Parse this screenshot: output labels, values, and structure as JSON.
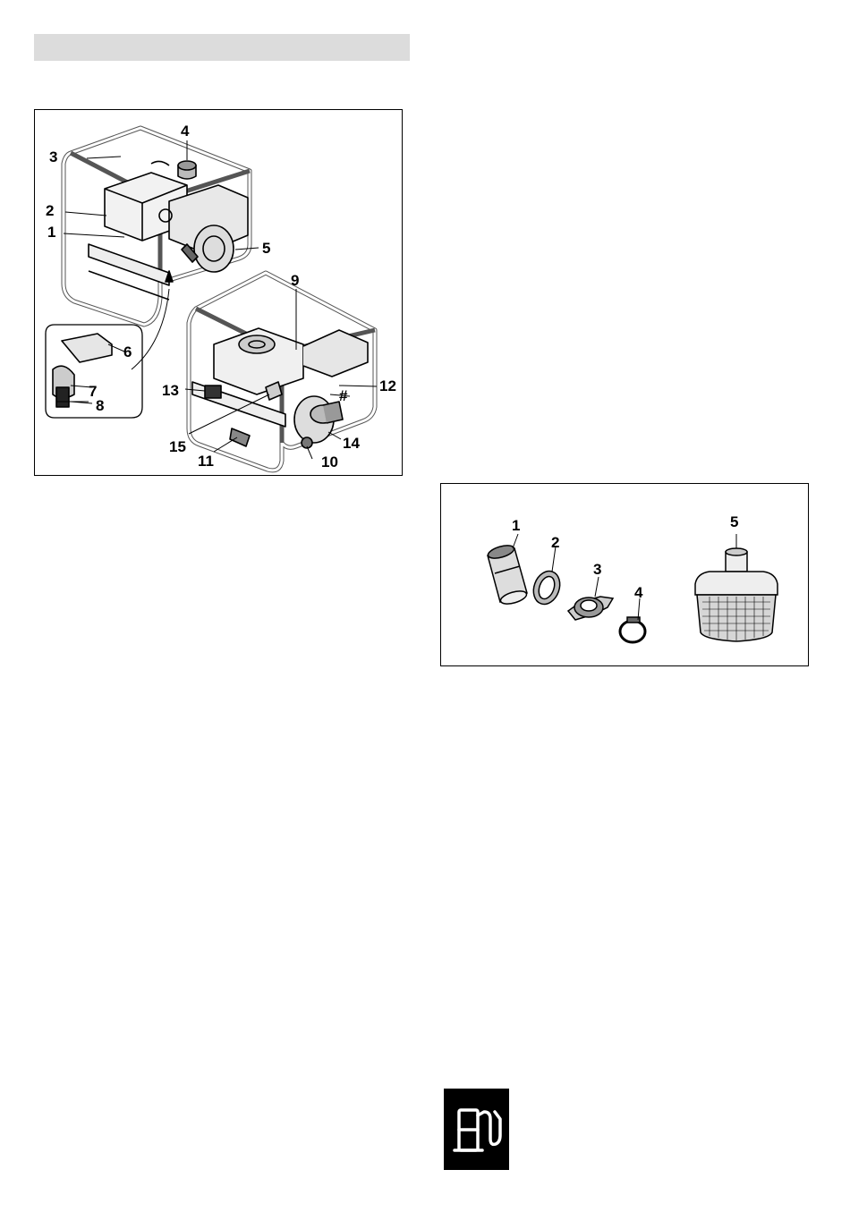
{
  "figure_1": {
    "callouts": {
      "c1": "1",
      "c2": "2",
      "c3": "3",
      "c4": "4",
      "c5": "5",
      "c6": "6",
      "c7": "7",
      "c8": "8",
      "c9": "9",
      "c10": "10",
      "c11": "11",
      "c12": "12",
      "c13": "13",
      "c14": "14",
      "c15": "15",
      "hash": "#"
    }
  },
  "figure_2": {
    "callouts": {
      "c1": "1",
      "c2": "2",
      "c3": "3",
      "c4": "4",
      "c5": "5"
    }
  },
  "icons": {
    "fuel": "fuel-pump-icon"
  },
  "colors": {
    "header_bar": "#dcdcdc",
    "line": "#000000"
  }
}
